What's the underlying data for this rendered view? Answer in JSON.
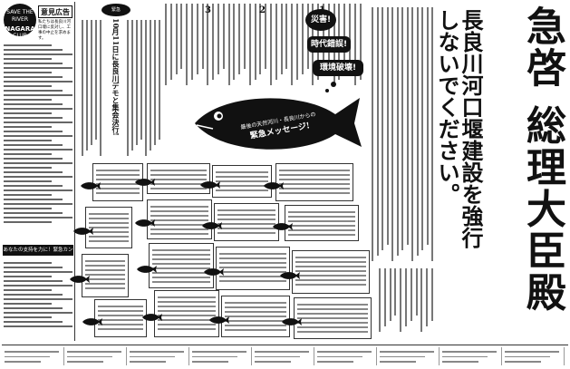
{
  "left": {
    "logo_top": "SAVE THE RIVER",
    "logo_name": "NAGARA",
    "logo_bottom": "CLUB",
    "ad_label": "意見広告",
    "intro": "私たちは長良川河口堰に反対し、工事の中止を求めます。",
    "message_header": "あなたの支持を力に！緊急カンパ受付中"
  },
  "col2": {
    "bubble": "緊急",
    "headline": "10月11日に長良川デモと集会決行!"
  },
  "fish": {
    "caption_small": "最後の天然河川・長良川からの",
    "caption_big": "緊急メッセージ!"
  },
  "bubbles": {
    "b1": "災害!",
    "b2": "時代錯誤!",
    "b3": "環境破壊!"
  },
  "column_numbers": [
    "1",
    "2",
    "3"
  ],
  "headline": {
    "main": "急啓 総理大臣殿",
    "sub": "長良川河口堰建設を強行しないでください。"
  }
}
